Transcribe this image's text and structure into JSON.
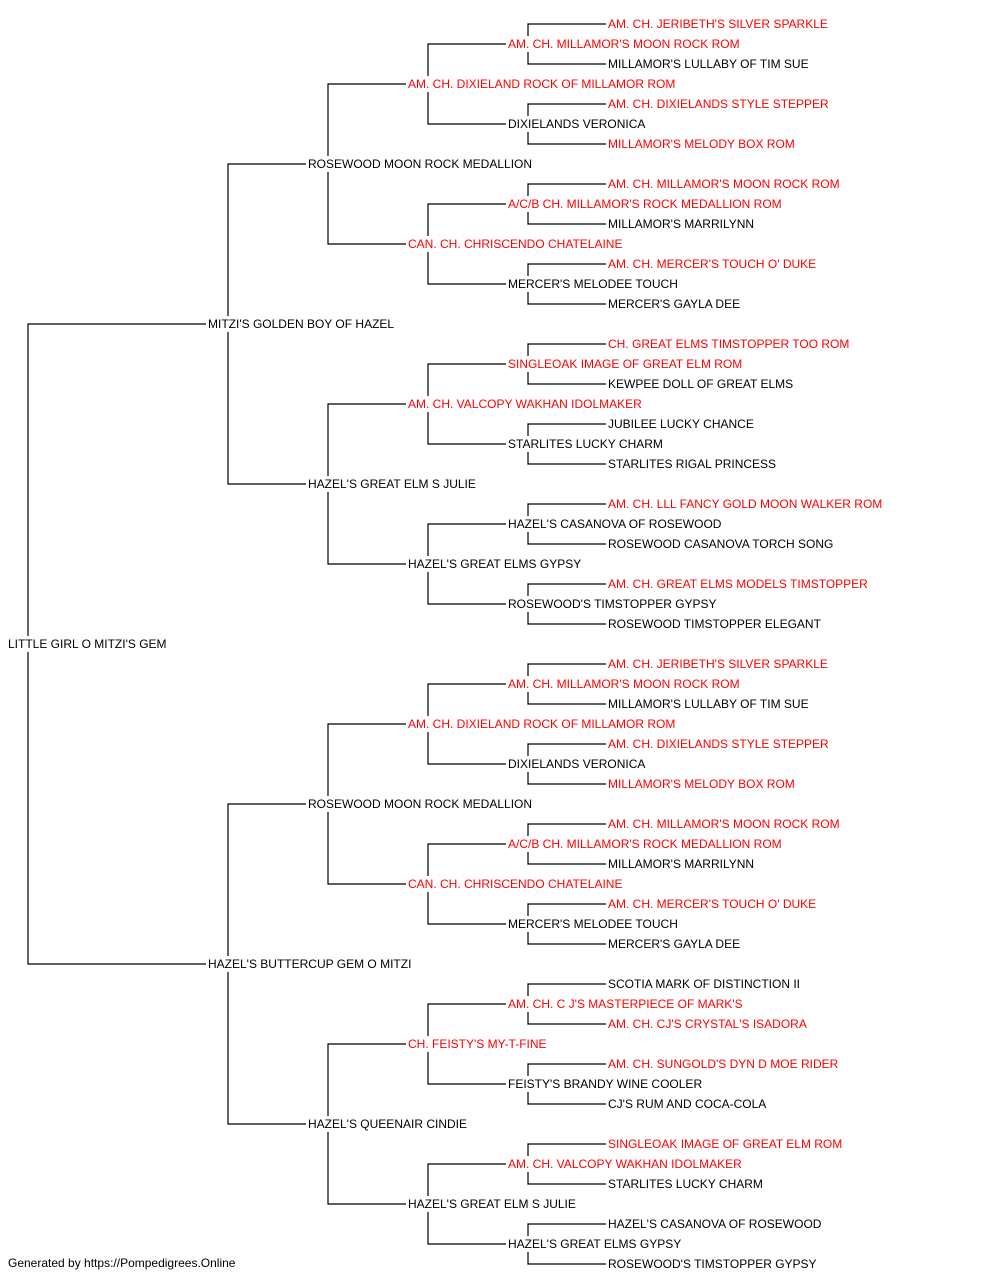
{
  "colors": {
    "champion": "#ff0000",
    "normal": "#000000",
    "line": "#000000"
  },
  "pedigree": {
    "name": "LITTLE GIRL O MITZI'S GEM",
    "champion": false,
    "sire": {
      "name": "MITZI'S GOLDEN BOY OF HAZEL",
      "champion": false,
      "sire": {
        "name": "ROSEWOOD MOON ROCK MEDALLION",
        "champion": false,
        "sire": {
          "name": "AM. CH. DIXIELAND ROCK OF MILLAMOR ROM",
          "champion": true,
          "sire": {
            "name": "AM. CH. MILLAMOR'S MOON ROCK ROM",
            "champion": true,
            "sire": {
              "name": "AM. CH. JERIBETH'S SILVER SPARKLE",
              "champion": true
            },
            "dam": {
              "name": "MILLAMOR'S LULLABY OF TIM SUE",
              "champion": false
            }
          },
          "dam": {
            "name": "DIXIELANDS VERONICA",
            "champion": false,
            "sire": {
              "name": "AM. CH. DIXIELANDS STYLE STEPPER",
              "champion": true
            },
            "dam": {
              "name": "MILLAMOR'S MELODY BOX ROM",
              "champion": true
            }
          }
        },
        "dam": {
          "name": "CAN. CH. CHRISCENDO CHATELAINE",
          "champion": true,
          "sire": {
            "name": "A/C/B CH. MILLAMOR'S ROCK MEDALLION ROM",
            "champion": true,
            "sire": {
              "name": "AM. CH. MILLAMOR'S MOON ROCK ROM",
              "champion": true
            },
            "dam": {
              "name": "MILLAMOR'S MARRILYNN",
              "champion": false
            }
          },
          "dam": {
            "name": "MERCER'S MELODEE TOUCH",
            "champion": false,
            "sire": {
              "name": "AM. CH. MERCER'S TOUCH O' DUKE",
              "champion": true
            },
            "dam": {
              "name": "MERCER'S GAYLA DEE",
              "champion": false
            }
          }
        }
      },
      "dam": {
        "name": "HAZEL'S GREAT ELM S JULIE",
        "champion": false,
        "sire": {
          "name": "AM. CH. VALCOPY WAKHAN IDOLMAKER",
          "champion": true,
          "sire": {
            "name": "SINGLEOAK IMAGE OF GREAT ELM ROM",
            "champion": true,
            "sire": {
              "name": "CH. GREAT ELMS TIMSTOPPER TOO ROM",
              "champion": true
            },
            "dam": {
              "name": "KEWPEE DOLL OF GREAT ELMS",
              "champion": false
            }
          },
          "dam": {
            "name": "STARLITES LUCKY CHARM",
            "champion": false,
            "sire": {
              "name": "JUBILEE LUCKY CHANCE",
              "champion": false
            },
            "dam": {
              "name": "STARLITES RIGAL PRINCESS",
              "champion": false
            }
          }
        },
        "dam": {
          "name": "HAZEL'S GREAT ELMS GYPSY",
          "champion": false,
          "sire": {
            "name": "HAZEL'S CASANOVA OF ROSEWOOD",
            "champion": false,
            "sire": {
              "name": "AM. CH. LLL FANCY GOLD MOON WALKER ROM",
              "champion": true
            },
            "dam": {
              "name": "ROSEWOOD CASANOVA TORCH SONG",
              "champion": false
            }
          },
          "dam": {
            "name": "ROSEWOOD'S TIMSTOPPER GYPSY",
            "champion": false,
            "sire": {
              "name": "AM. CH. GREAT ELMS MODELS TIMSTOPPER",
              "champion": true
            },
            "dam": {
              "name": "ROSEWOOD TIMSTOPPER ELEGANT",
              "champion": false
            }
          }
        }
      }
    },
    "dam": {
      "name": "HAZEL'S BUTTERCUP GEM O MITZI",
      "champion": false,
      "sire": {
        "name": "ROSEWOOD MOON ROCK MEDALLION",
        "champion": false,
        "sire": {
          "name": "AM. CH. DIXIELAND ROCK OF MILLAMOR ROM",
          "champion": true,
          "sire": {
            "name": "AM. CH. MILLAMOR'S MOON ROCK ROM",
            "champion": true,
            "sire": {
              "name": "AM. CH. JERIBETH'S SILVER SPARKLE",
              "champion": true
            },
            "dam": {
              "name": "MILLAMOR'S LULLABY OF TIM SUE",
              "champion": false
            }
          },
          "dam": {
            "name": "DIXIELANDS VERONICA",
            "champion": false,
            "sire": {
              "name": "AM. CH. DIXIELANDS STYLE STEPPER",
              "champion": true
            },
            "dam": {
              "name": "MILLAMOR'S MELODY BOX ROM",
              "champion": true
            }
          }
        },
        "dam": {
          "name": "CAN. CH. CHRISCENDO CHATELAINE",
          "champion": true,
          "sire": {
            "name": "A/C/B CH. MILLAMOR'S ROCK MEDALLION ROM",
            "champion": true,
            "sire": {
              "name": "AM. CH. MILLAMOR'S MOON ROCK ROM",
              "champion": true
            },
            "dam": {
              "name": "MILLAMOR'S MARRILYNN",
              "champion": false
            }
          },
          "dam": {
            "name": "MERCER'S MELODEE TOUCH",
            "champion": false,
            "sire": {
              "name": "AM. CH. MERCER'S TOUCH O' DUKE",
              "champion": true
            },
            "dam": {
              "name": "MERCER'S GAYLA DEE",
              "champion": false
            }
          }
        }
      },
      "dam": {
        "name": "HAZEL'S QUEENAIR CINDIE",
        "champion": false,
        "sire": {
          "name": "CH. FEISTY'S MY-T-FINE",
          "champion": true,
          "sire": {
            "name": "AM. CH. C J'S MASTERPIECE OF MARK'S",
            "champion": true,
            "sire": {
              "name": "SCOTIA MARK OF DISTINCTION II",
              "champion": false
            },
            "dam": {
              "name": "AM. CH. CJ'S CRYSTAL'S ISADORA",
              "champion": true
            }
          },
          "dam": {
            "name": "FEISTY'S BRANDY WINE COOLER",
            "champion": false,
            "sire": {
              "name": "AM. CH. SUNGOLD'S DYN D MOE RIDER",
              "champion": true
            },
            "dam": {
              "name": "CJ'S RUM AND COCA-COLA",
              "champion": false
            }
          }
        },
        "dam": {
          "name": "HAZEL'S GREAT ELM S JULIE",
          "champion": false,
          "sire": {
            "name": "AM. CH. VALCOPY WAKHAN IDOLMAKER",
            "champion": true,
            "sire": {
              "name": "SINGLEOAK IMAGE OF GREAT ELM ROM",
              "champion": true
            },
            "dam": {
              "name": "STARLITES LUCKY CHARM",
              "champion": false
            }
          },
          "dam": {
            "name": "HAZEL'S GREAT ELMS GYPSY",
            "champion": false,
            "sire": {
              "name": "HAZEL'S CASANOVA OF ROSEWOOD",
              "champion": false
            },
            "dam": {
              "name": "ROSEWOOD'S TIMSTOPPER GYPSY",
              "champion": false
            }
          }
        }
      }
    }
  },
  "footer": "Generated by https://Pompedigrees.Online"
}
